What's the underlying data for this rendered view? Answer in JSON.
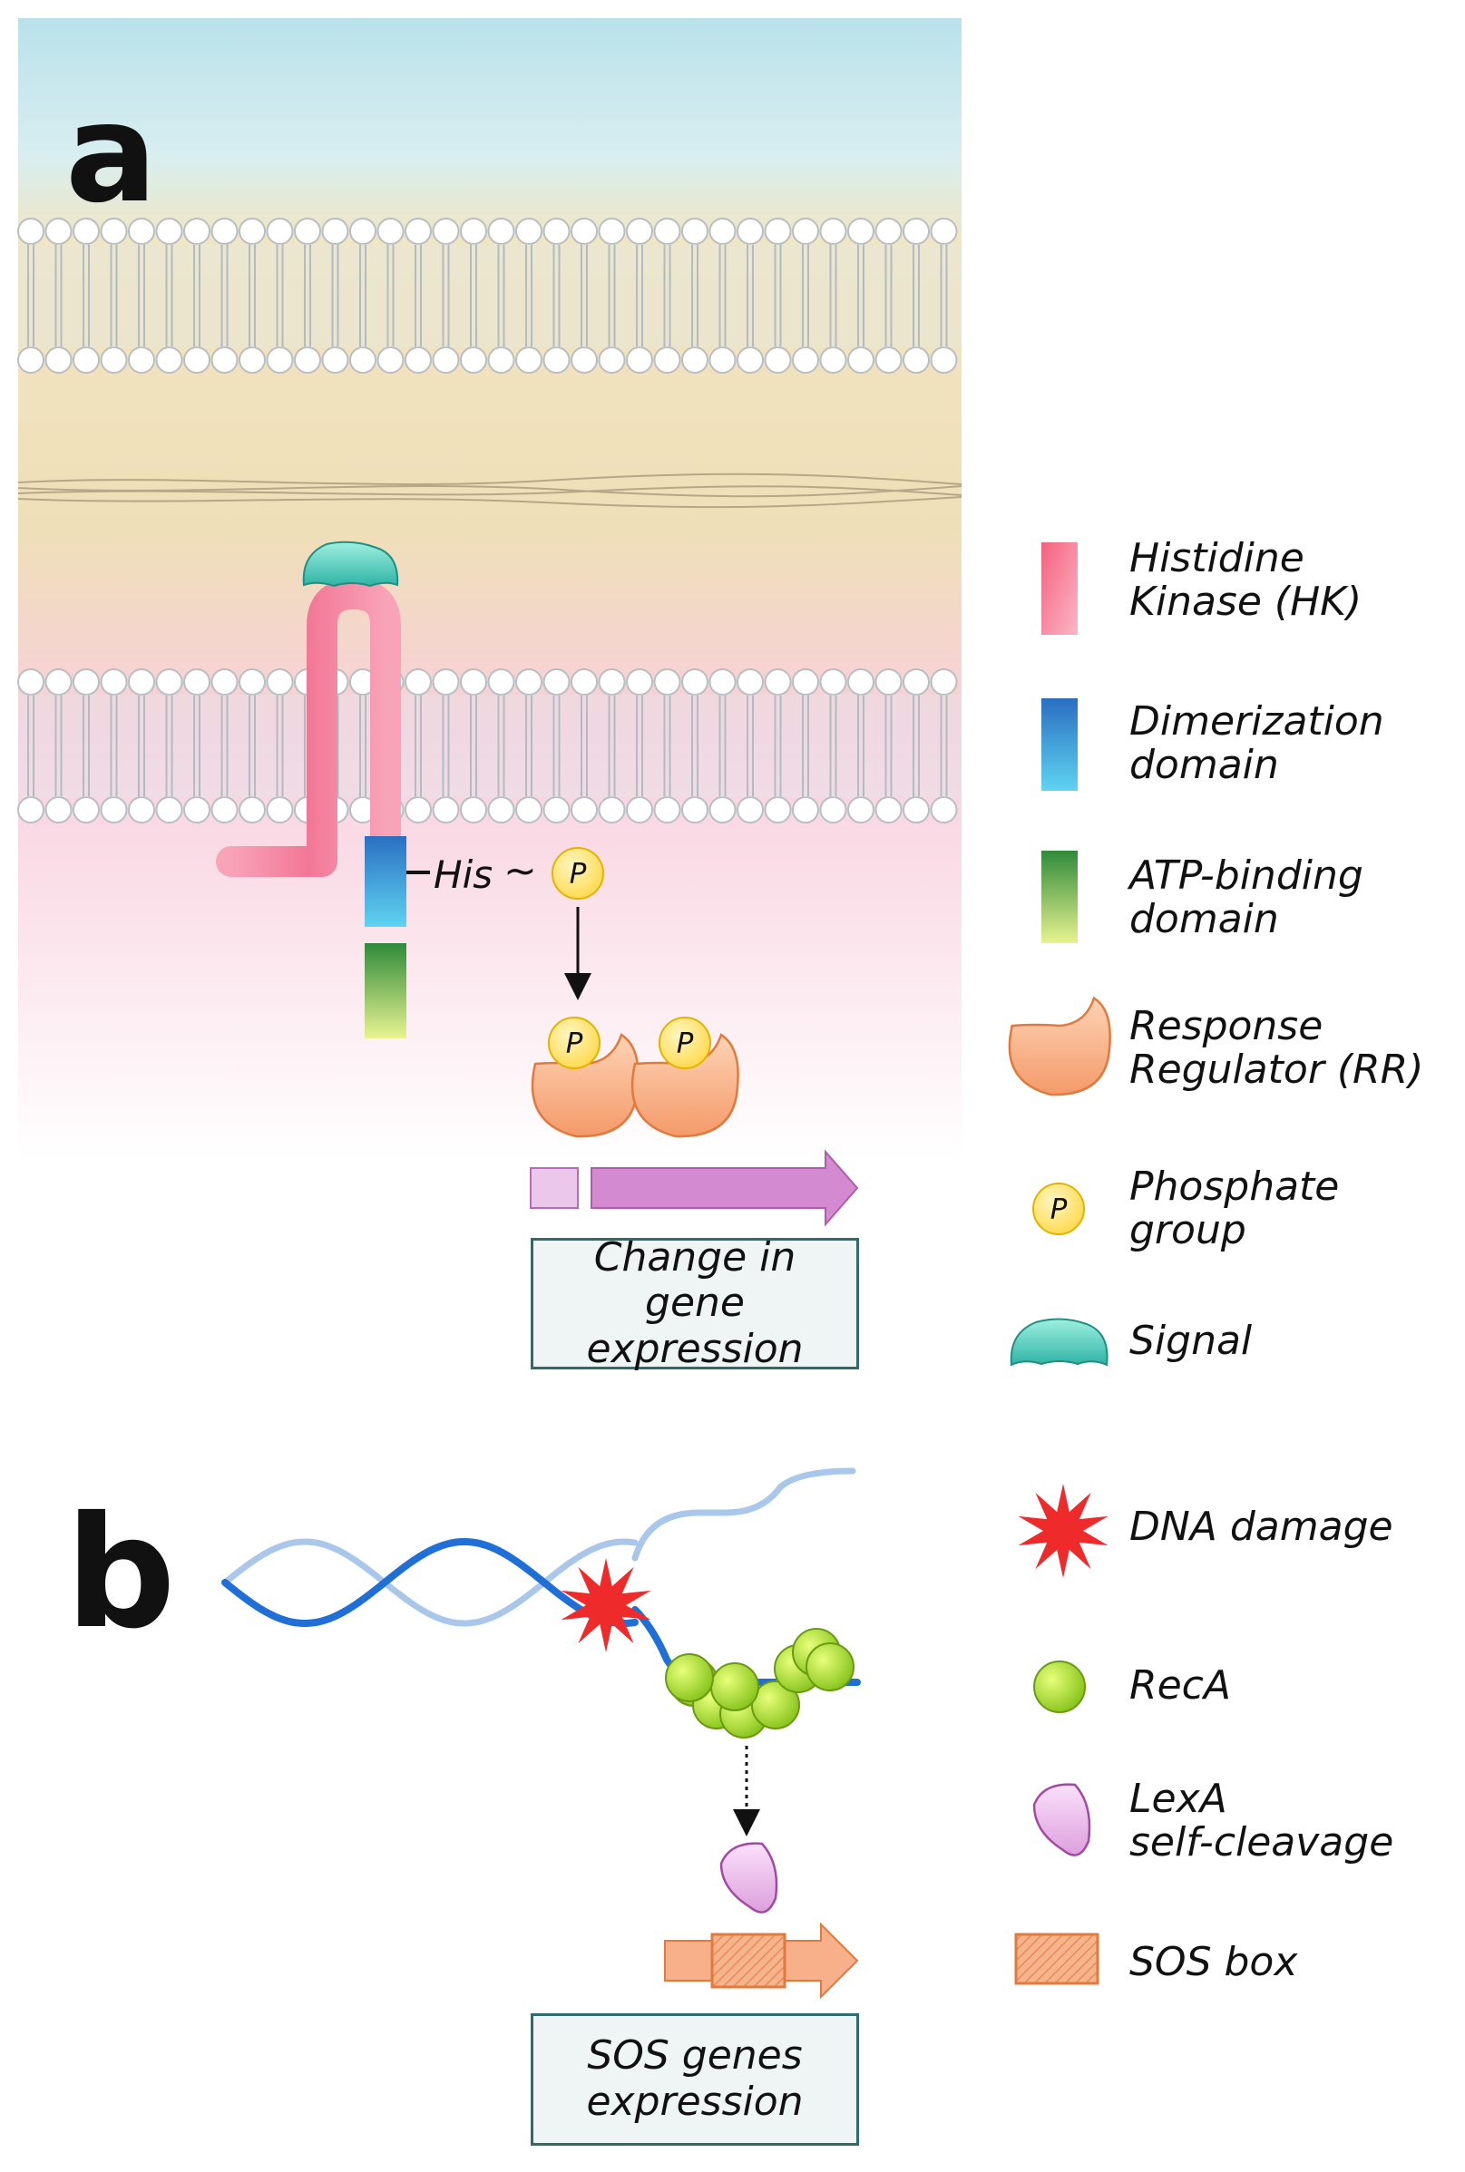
{
  "panels": {
    "a": "a",
    "b": "b"
  },
  "panel_a": {
    "his_label": "His",
    "tilde": "~",
    "phosphate_symbol": "P",
    "output_box": [
      "Change in",
      "gene expression"
    ]
  },
  "panel_b": {
    "output_box": [
      "SOS genes",
      "expression"
    ]
  },
  "legend_a": [
    {
      "icon": "histidine-kinase-bar-icon",
      "lines": [
        "Histidine",
        "Kinase (HK)"
      ]
    },
    {
      "icon": "dimerization-bar-icon",
      "lines": [
        "Dimerization",
        "domain"
      ]
    },
    {
      "icon": "atp-binding-bar-icon",
      "lines": [
        "ATP-binding",
        "domain"
      ]
    },
    {
      "icon": "response-regulator-icon",
      "lines": [
        "Response",
        "Regulator (RR)"
      ]
    },
    {
      "icon": "phosphate-icon",
      "lines": [
        "Phosphate",
        "group"
      ]
    },
    {
      "icon": "signal-icon",
      "lines": [
        "Signal"
      ]
    }
  ],
  "legend_b": [
    {
      "icon": "dna-damage-star-icon",
      "lines": [
        "DNA damage"
      ]
    },
    {
      "icon": "reca-sphere-icon",
      "lines": [
        "RecA"
      ]
    },
    {
      "icon": "lexa-fragment-icon",
      "lines": [
        "LexA",
        "self-cleavage"
      ]
    },
    {
      "icon": "sos-box-icon",
      "lines": [
        "SOS box"
      ]
    }
  ],
  "colors": {
    "periplasm_top": "#bfe3ea",
    "periplasm_band": "#f0e2bd",
    "cytoplasm": "#f8c9da",
    "histidine_kinase": "#f27796",
    "dimerization": "#2f84c9",
    "atp_binding": "#3d9a45",
    "response_regulator": "#f6a476",
    "phosphate": "#ffe680",
    "signal": "#4fc7b8",
    "gene_arrow": "#d48ad1",
    "dna_dark": "#1f6fd6",
    "dna_light": "#a9c7ea",
    "dna_damage": "#ef2a2a",
    "reca": "#a6d92a",
    "lexa": "#e8b6e8",
    "sos_arrow": "#f6a476",
    "box_border": "#2f6b6b"
  }
}
